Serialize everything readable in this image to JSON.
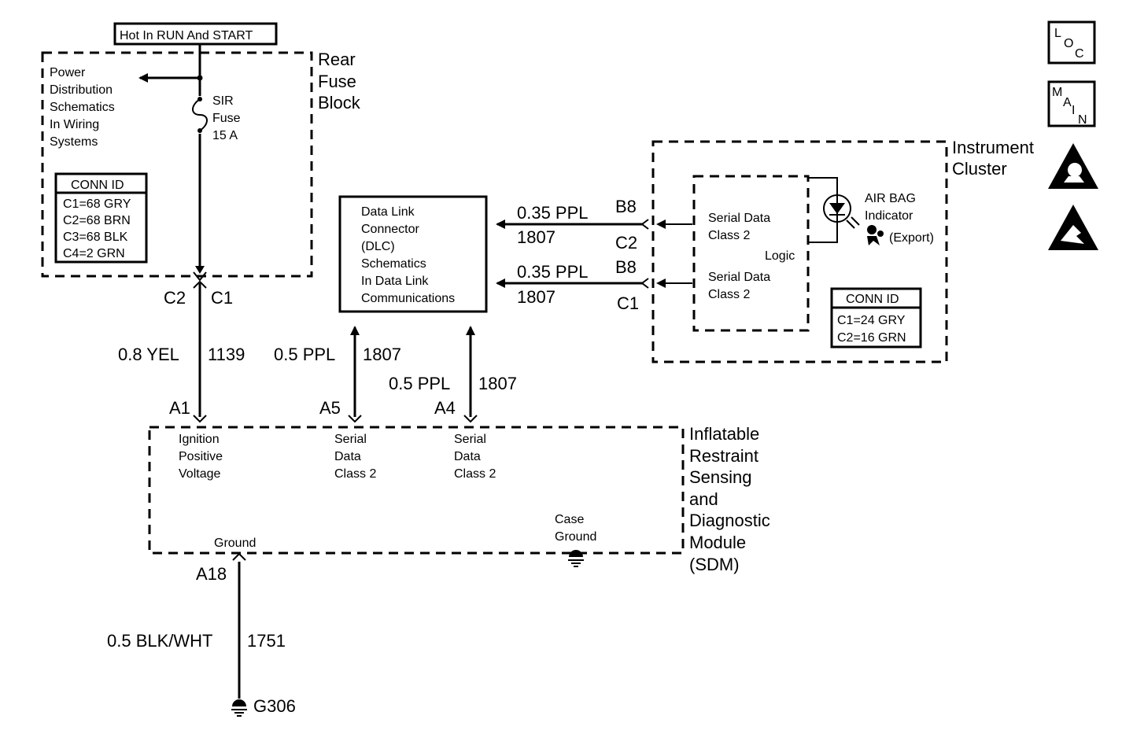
{
  "hot_label": "Hot In RUN And START",
  "rear_fuse_block": {
    "title": [
      "Rear",
      "Fuse",
      "Block"
    ],
    "power_dist": [
      "Power",
      "Distribution",
      "Schematics",
      "In Wiring",
      "Systems"
    ],
    "fuse": [
      "SIR",
      "Fuse",
      "15 A"
    ],
    "conn_title": "CONN ID",
    "conn_rows": [
      "C1=68 GRY",
      "C2=68 BRN",
      "C3=68 BLK",
      "C4=2 GRN"
    ]
  },
  "connector_c2": "C2",
  "connector_c1": "C1",
  "wire_a1": {
    "gauge": "0.8 YEL",
    "circuit": "1139",
    "pin": "A1"
  },
  "wire_a5": {
    "gauge": "0.5 PPL",
    "circuit": "1807",
    "pin": "A5"
  },
  "wire_a4": {
    "gauge": "0.5 PPL",
    "circuit": "1807",
    "pin": "A4"
  },
  "dlc": [
    "Data Link",
    "Connector",
    "(DLC)",
    "Schematics",
    "In Data Link",
    "Communications"
  ],
  "cluster_wire_top": {
    "gauge": "0.35 PPL",
    "circuit": "1807",
    "pin": "B8",
    "conn": "C2"
  },
  "cluster_wire_bottom": {
    "gauge": "0.35 PPL",
    "circuit": "1807",
    "pin": "B8",
    "conn": "C1"
  },
  "instrument_cluster": {
    "title": [
      "Instrument",
      "Cluster"
    ],
    "serial1": [
      "Serial Data",
      "Class 2"
    ],
    "serial2": [
      "Serial Data",
      "Class 2"
    ],
    "logic": "Logic",
    "airbag": [
      "AIR BAG",
      "Indicator",
      "(Export)"
    ],
    "conn_title": "CONN ID",
    "conn_rows": [
      "C1=24 GRY",
      "C2=16 GRN"
    ]
  },
  "sdm": {
    "title": [
      "Inflatable",
      "Restraint",
      "Sensing",
      "and",
      "Diagnostic",
      "Module",
      "(SDM)"
    ],
    "ign": [
      "Ignition",
      "Positive",
      "Voltage"
    ],
    "serial_a5": [
      "Serial",
      "Data",
      "Class 2"
    ],
    "serial_a4": [
      "Serial",
      "Data",
      "Class 2"
    ],
    "ground": "Ground",
    "case_ground": [
      "Case",
      "Ground"
    ]
  },
  "wire_a18": {
    "pin": "A18",
    "gauge": "0.5 BLK/WHT",
    "circuit": "1751",
    "ground_id": "G306"
  },
  "side_icons": {
    "loc": [
      "L",
      "O",
      "C"
    ],
    "main": [
      "M",
      "A",
      "I",
      "N"
    ]
  },
  "icons": [
    "loc-icon",
    "main-icon",
    "airbag-warning-icon",
    "esd-warning-icon",
    "ground-icon",
    "fuse-icon",
    "led-icon"
  ]
}
